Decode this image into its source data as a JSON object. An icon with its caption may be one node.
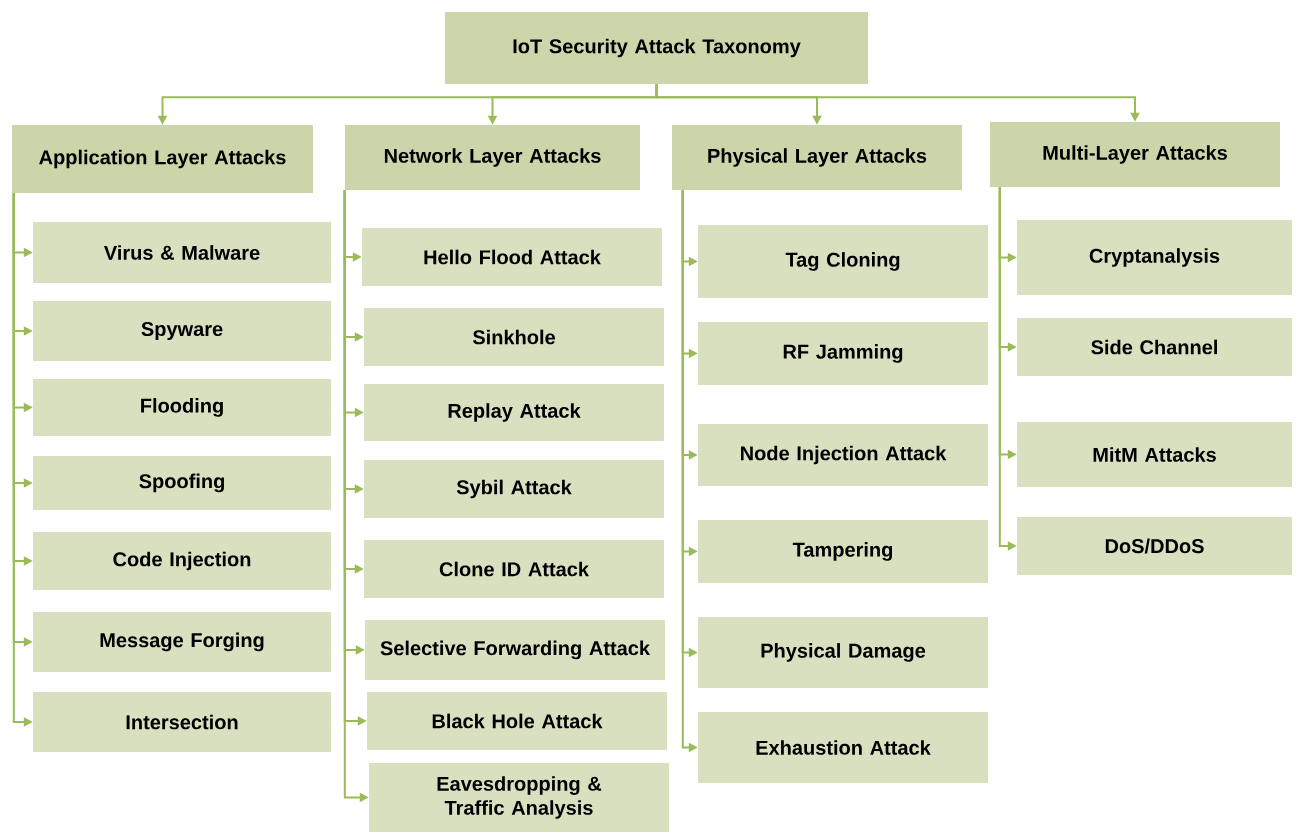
{
  "diagram": {
    "nodes": [
      {
        "text": [
          "IoT Security Attack Taxonomy"
        ]
      },
      {
        "text": [
          "Application Layer Attacks"
        ]
      },
      {
        "text": [
          "Virus & Malware"
        ]
      },
      {
        "text": [
          "Spyware"
        ]
      },
      {
        "text": [
          "Flooding"
        ]
      },
      {
        "text": [
          "Spoofing"
        ]
      },
      {
        "text": [
          "Code Injection"
        ]
      },
      {
        "text": [
          "Message Forging"
        ]
      },
      {
        "text": [
          "Intersection"
        ]
      },
      {
        "text": [
          "Network Layer Attacks"
        ]
      },
      {
        "text": [
          "Hello Flood Attack"
        ]
      },
      {
        "text": [
          "Sinkhole"
        ]
      },
      {
        "text": [
          "Replay Attack"
        ]
      },
      {
        "text": [
          "Sybil Attack"
        ]
      },
      {
        "text": [
          "Clone ID Attack"
        ]
      },
      {
        "text": [
          "Selective Forwarding Attack"
        ]
      },
      {
        "text": [
          "Black Hole Attack"
        ]
      },
      {
        "text": [
          "Eavesdropping & Traffic Analysis"
        ]
      },
      {
        "text": [
          "Physical Layer Attacks"
        ]
      },
      {
        "text": [
          "Tag Cloning"
        ]
      },
      {
        "text": [
          "RF Jamming"
        ]
      },
      {
        "text": [
          "Node Injection Attack"
        ]
      },
      {
        "text": [
          "Tampering"
        ]
      },
      {
        "text": [
          "Physical Damage"
        ]
      },
      {
        "text": [
          "Exhaustion Attack"
        ]
      },
      {
        "text": [
          "Multi-Layer Attacks"
        ]
      },
      {
        "text": [
          "Cryptanalysis"
        ]
      },
      {
        "text": [
          "Side Channel"
        ]
      },
      {
        "text": [
          "MitM Attacks"
        ]
      },
      {
        "text": [
          "DoS/DDoS"
        ]
      }
    ],
    "edges": [
      {
        "from": 0,
        "to": 1,
        "arrow": "to"
      },
      {
        "from": 0,
        "to": 9,
        "arrow": "to"
      },
      {
        "from": 0,
        "to": 18,
        "arrow": "to"
      },
      {
        "from": 0,
        "to": 25,
        "arrow": "to"
      },
      {
        "from": 1,
        "to": 2,
        "arrow": "to"
      },
      {
        "from": 1,
        "to": 3,
        "arrow": "to"
      },
      {
        "from": 1,
        "to": 4,
        "arrow": "to"
      },
      {
        "from": 1,
        "to": 5,
        "arrow": "to"
      },
      {
        "from": 1,
        "to": 6,
        "arrow": "to"
      },
      {
        "from": 1,
        "to": 7,
        "arrow": "to"
      },
      {
        "from": 1,
        "to": 8,
        "arrow": "to"
      },
      {
        "from": 9,
        "to": 10,
        "arrow": "to"
      },
      {
        "from": 9,
        "to": 11,
        "arrow": "to"
      },
      {
        "from": 9,
        "to": 12,
        "arrow": "to"
      },
      {
        "from": 9,
        "to": 13,
        "arrow": "to"
      },
      {
        "from": 9,
        "to": 14,
        "arrow": "to"
      },
      {
        "from": 9,
        "to": 15,
        "arrow": "to"
      },
      {
        "from": 9,
        "to": 16,
        "arrow": "to"
      },
      {
        "from": 9,
        "to": 17,
        "arrow": "to"
      },
      {
        "from": 18,
        "to": 19,
        "arrow": "to"
      },
      {
        "from": 18,
        "to": 20,
        "arrow": "to"
      },
      {
        "from": 18,
        "to": 21,
        "arrow": "to"
      },
      {
        "from": 18,
        "to": 22,
        "arrow": "to"
      },
      {
        "from": 18,
        "to": 23,
        "arrow": "to"
      },
      {
        "from": 18,
        "to": 24,
        "arrow": "to"
      },
      {
        "from": 25,
        "to": 26,
        "arrow": "to"
      },
      {
        "from": 25,
        "to": 27,
        "arrow": "to"
      },
      {
        "from": 25,
        "to": 28,
        "arrow": "to"
      },
      {
        "from": 25,
        "to": 29,
        "arrow": "to"
      }
    ]
  }
}
